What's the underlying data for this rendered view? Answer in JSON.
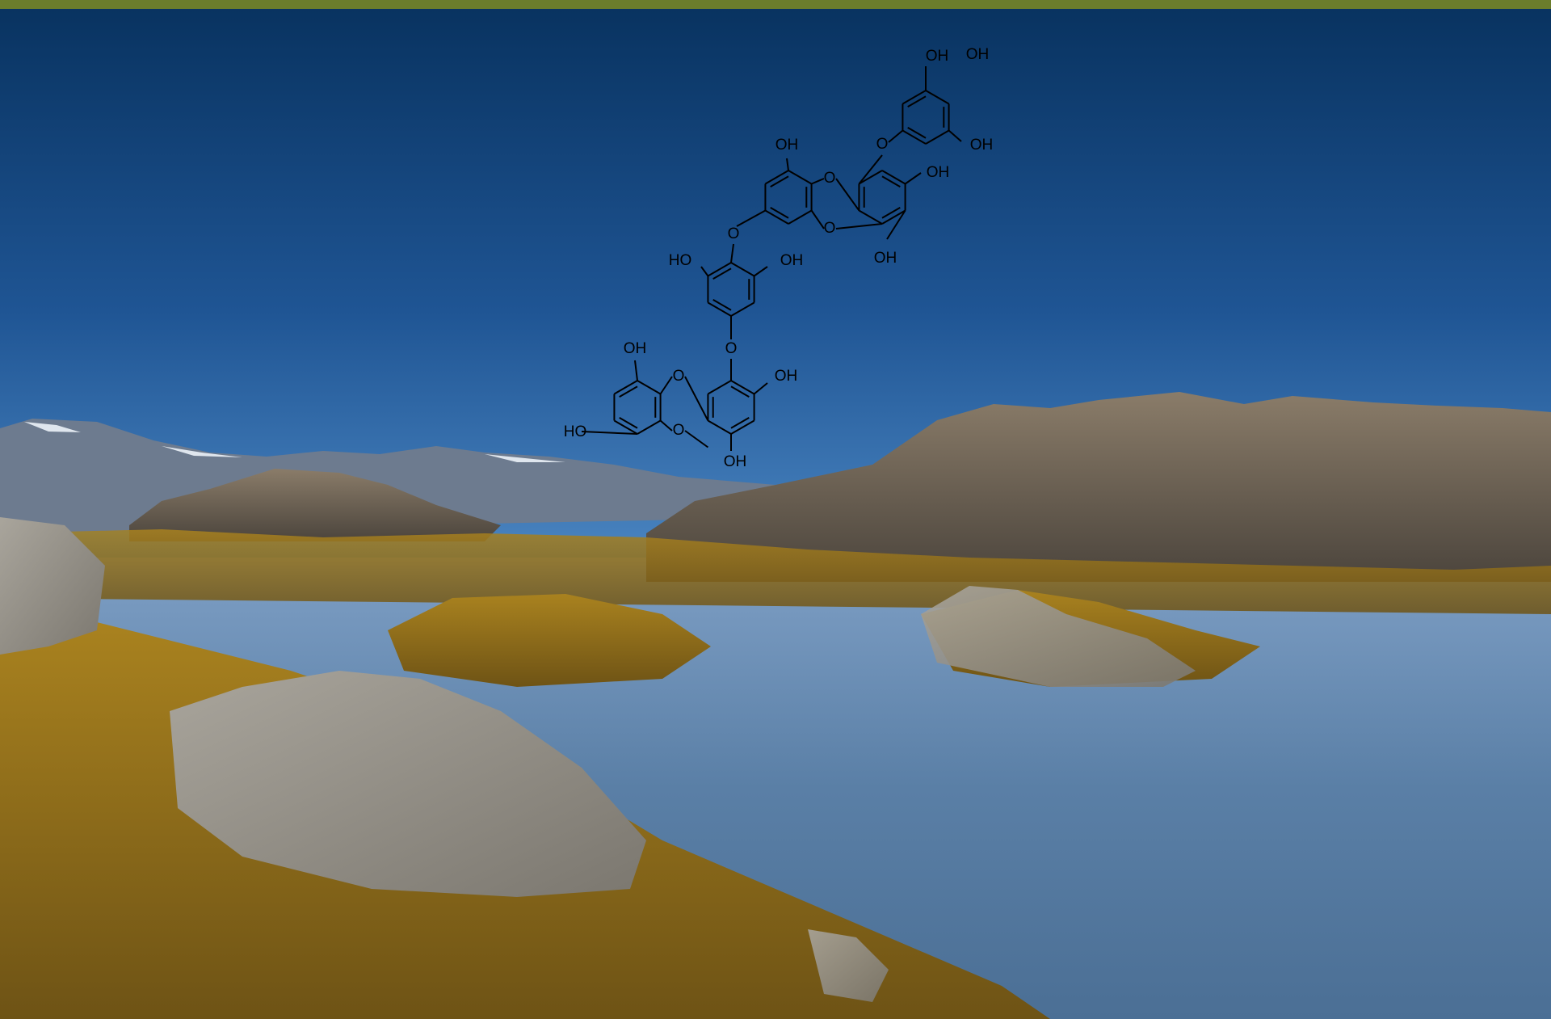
{
  "colors": {
    "top_bar": "#6b7d2c",
    "sky_top": "#08325f",
    "sky_bottom": "#3e78b8",
    "seaweed": "#8a6a1c",
    "rock": "#6e6356",
    "water": "#5a7fa6",
    "structure_ink": "#000000"
  },
  "structure": {
    "atom_labels": {
      "oh_1": "OH",
      "oh_2": "OH",
      "oh_3": "OH",
      "oh_4": "OH",
      "oh_5": "OH",
      "oh_6": "OH",
      "ho_7": "HO",
      "oh_8": "OH",
      "oh_9": "OH",
      "oh_10": "OH",
      "ho_11": "HO",
      "oh_12": "OH",
      "o_1": "O",
      "o_2": "O",
      "o_3": "O",
      "o_4": "O",
      "o_5": "O",
      "o_6": "O",
      "o_7": "O"
    }
  }
}
